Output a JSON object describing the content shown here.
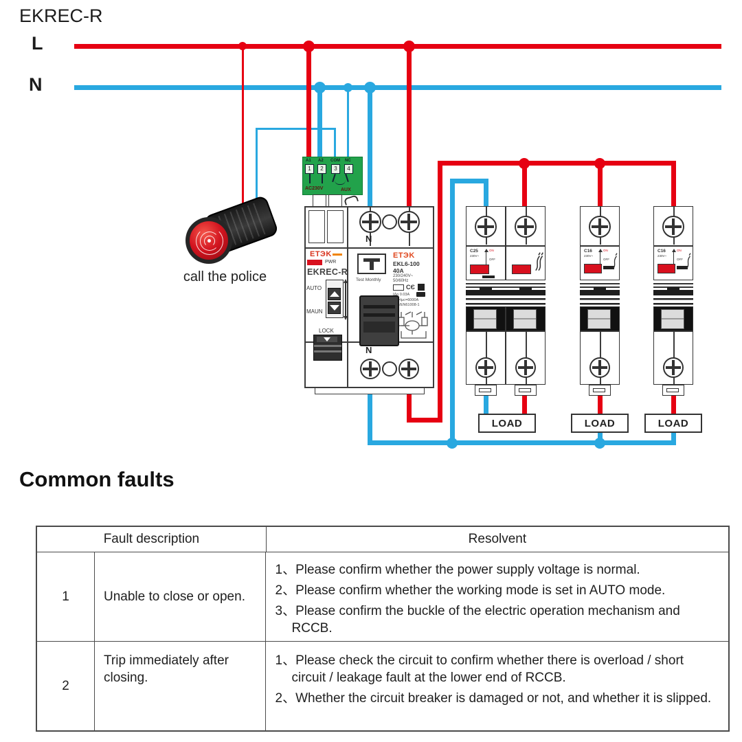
{
  "page_title": "EKREC-R",
  "power_lines": {
    "live_label": "L",
    "neutral_label": "N"
  },
  "buzzer": {
    "caption": "call the police"
  },
  "aux_block": {
    "terminal_labels": [
      "A1",
      "A2",
      "COM",
      "NC"
    ],
    "terminal_numbers": [
      "1",
      "2",
      "3",
      "4"
    ],
    "left_label": "AC230V",
    "right_label": "AUX"
  },
  "recloser": {
    "brand": "ETЭK",
    "pwr_label": "PWR",
    "model": "EKREC-R",
    "auto_label": "AUTO",
    "manual_label": "MAUN",
    "lock_label": "LOCK",
    "top_neutral_label": "N",
    "bottom_neutral_label": "N"
  },
  "rccb": {
    "brand": "ETЭK",
    "test_button": "T",
    "test_caption": "Test Monthly",
    "model": "EKL6-100",
    "rated_current": "40A",
    "voltage": "230/240V~",
    "frequency": "50/60Hz",
    "ce_mark": "CЄ",
    "idn": "IΔn 0.03A",
    "icn": "Inc=Iμc=6000A",
    "standard": "IEC/EN61008-1"
  },
  "breakers": [
    {
      "rating": "C25",
      "voltage": "230V~",
      "on": "ON",
      "off": "OFF"
    },
    {
      "rating": "C16",
      "voltage": "230V~",
      "on": "ON",
      "off": "OFF"
    },
    {
      "rating": "C16",
      "voltage": "230V~",
      "on": "ON",
      "off": "OFF"
    }
  ],
  "loads": [
    "LOAD",
    "LOAD",
    "LOAD"
  ],
  "faults": {
    "heading": "Common faults",
    "table": {
      "fault_header": "Fault description",
      "resolvent_header": "Resolvent",
      "rows": [
        {
          "num": "1",
          "fault": "Unable to close or open.",
          "resolvent": [
            "1、Please confirm whether the power supply voltage is normal.",
            "2、Please confirm whether the working mode is set in AUTO mode.",
            "3、Please confirm the buckle of the electric operation mechanism and RCCB."
          ]
        },
        {
          "num": "2",
          "fault": "Trip immediately after closing.",
          "resolvent": [
            "1、Please check the circuit to confirm whether there is overload / short circuit / leakage fault at the lower end of RCCB.",
            "2、Whether the circuit breaker is damaged or not, and whether it is slipped."
          ]
        }
      ]
    }
  },
  "colors": {
    "live_red": "#e60012",
    "neutral_blue": "#29a8e0",
    "aux_green": "#22a24b",
    "indicator_red": "#d8101e"
  }
}
